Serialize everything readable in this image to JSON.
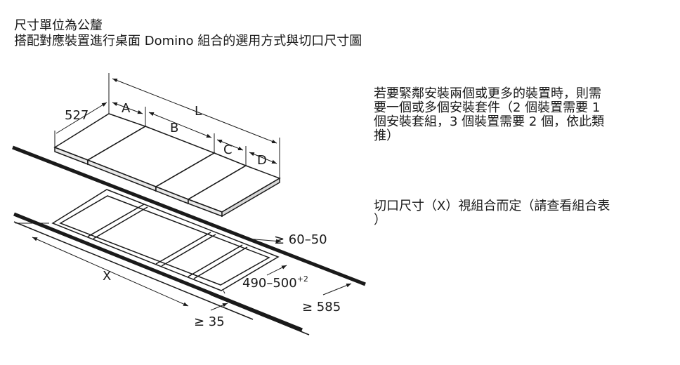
{
  "header": {
    "line1": "尺寸單位為公釐",
    "line2": "搭配對應裝置進行桌面 Domino 組合的選用方式與切口尺寸圖"
  },
  "notes": {
    "combination": [
      "若要緊鄰安裝兩個或更多的裝置時，則需",
      "要一個或多個安裝套件（2 個裝置需要 1",
      "個安裝套組，3 個裝置需要 2 個，依此類",
      "推）"
    ],
    "cutout": [
      "切口尺寸（X）視組合而定（請查看組合表",
      "）"
    ]
  },
  "dimensions": {
    "depth": "527",
    "a": "A",
    "b": "B",
    "c": "C",
    "d": "D",
    "total": "L",
    "cutout": "X",
    "gap": "≥ 60–50",
    "cutout_depth": "490–500",
    "cutout_depth_tol": "+2",
    "worktop_depth": "≥ 585",
    "front_margin": "≥ 35"
  }
}
